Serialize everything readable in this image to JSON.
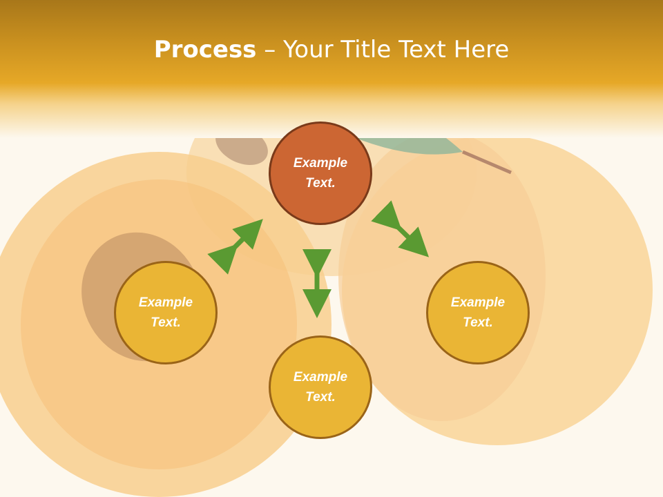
{
  "slide": {
    "title_bold": "Process",
    "title_rest": " – Your Title Text Here"
  },
  "nodes": {
    "top": "Example Text.",
    "left": "Example Text.",
    "right": "Example Text.",
    "bottom": "Example Text."
  },
  "colors": {
    "header": "#e6a827",
    "top_node": "#cc6633",
    "side_nodes": "#eab535",
    "arrows": "#5a9a32",
    "background": "#fdf8ee"
  }
}
